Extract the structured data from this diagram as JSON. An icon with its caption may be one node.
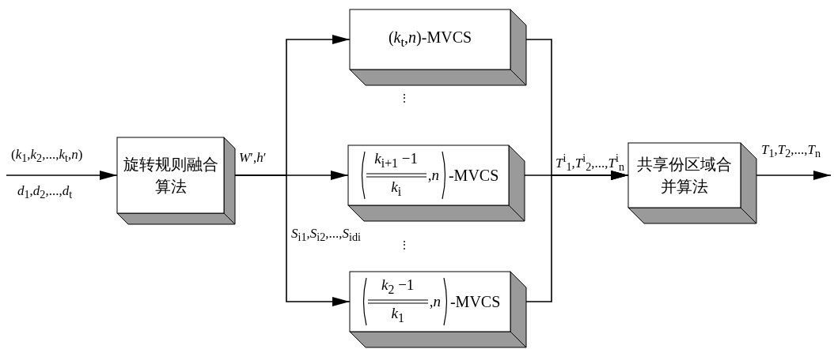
{
  "diagram": {
    "nodes": [
      {
        "text": [
          "旋转规则融合算法"
        ]
      },
      {
        "text": [
          "(*k*$_{t}$,*n*)-MVCS"
        ]
      },
      {
        "text": [
          "*k*$_{i+1}$ −1",
          "*k*$_{i}$",
          ",*n*",
          "-MVCS"
        ]
      },
      {
        "text": [
          "*k*$_{2}$ −1",
          "*k*$_{1}$",
          ",*n*",
          "-MVCS"
        ]
      },
      {
        "text": [
          "共享份区域合并算法"
        ]
      }
    ],
    "edges": [
      {
        "from": null,
        "to": 0,
        "arrow": "to"
      },
      {
        "from": 0,
        "to": 1,
        "arrow": "to"
      },
      {
        "from": 0,
        "to": 2,
        "arrow": "to"
      },
      {
        "from": 0,
        "to": 3,
        "arrow": "to"
      },
      {
        "from": 1,
        "to": 4,
        "arrow": "to"
      },
      {
        "from": 2,
        "to": 4,
        "arrow": "to"
      },
      {
        "from": 3,
        "to": 4,
        "arrow": "to"
      },
      {
        "from": 4,
        "to": null,
        "arrow": "to"
      }
    ],
    "labels": [
      "(*k*$_{1}$,*k*$_{2}$,...,*k*$_{t}$,*n*)",
      "*d*$_{1}$,*d*$_{2}$,...,*d*$_{t}$",
      "*W*′,*h*′",
      "*S*$_{i1}$,*S*$_{i2}$,...,*S*$_{idi}$",
      "⋮",
      "⋮",
      "*T*$^{i}$$_{1}$,*T*$^{i}$$_{2}$,...,*T*$^{i}$$_{n}$",
      "*T*$_{1}$,*T*$_{2}$,...,*T*$_{n}$"
    ]
  }
}
